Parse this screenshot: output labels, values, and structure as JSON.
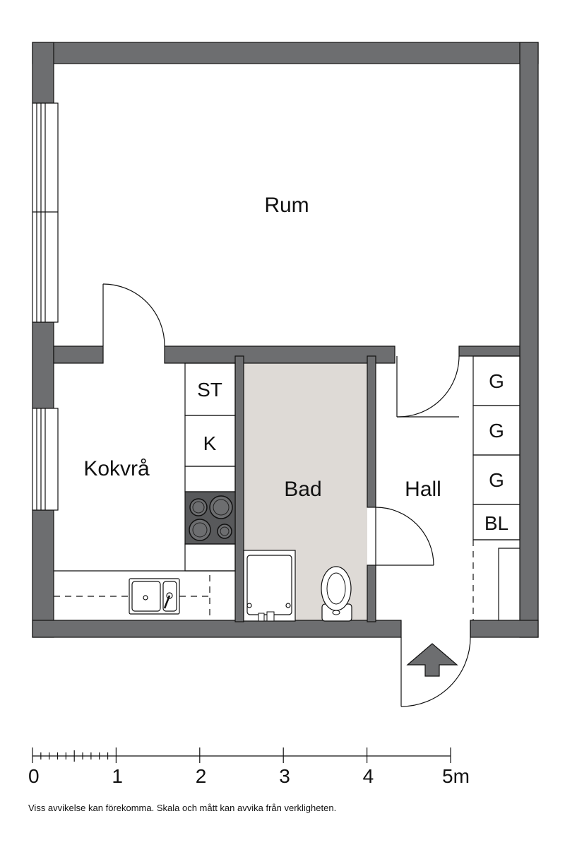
{
  "rooms": {
    "rum": "Rum",
    "kokvra": "Kokvrå",
    "bad": "Bad",
    "hall": "Hall"
  },
  "fixtures": {
    "st": "ST",
    "k": "K",
    "g1": "G",
    "g2": "G",
    "g3": "G",
    "bl": "BL"
  },
  "scale": {
    "labels": [
      "0",
      "1",
      "2",
      "3",
      "4",
      "5m"
    ]
  },
  "disclaimer": "Viss avvikelse kan förekomma. Skala och mått kan avvika från verkligheten.",
  "colors": {
    "wall": "#6d6e70",
    "bathroom_floor": "#dedad6",
    "stove": "#58595b",
    "entrance_arrow": "#6d6e70"
  }
}
